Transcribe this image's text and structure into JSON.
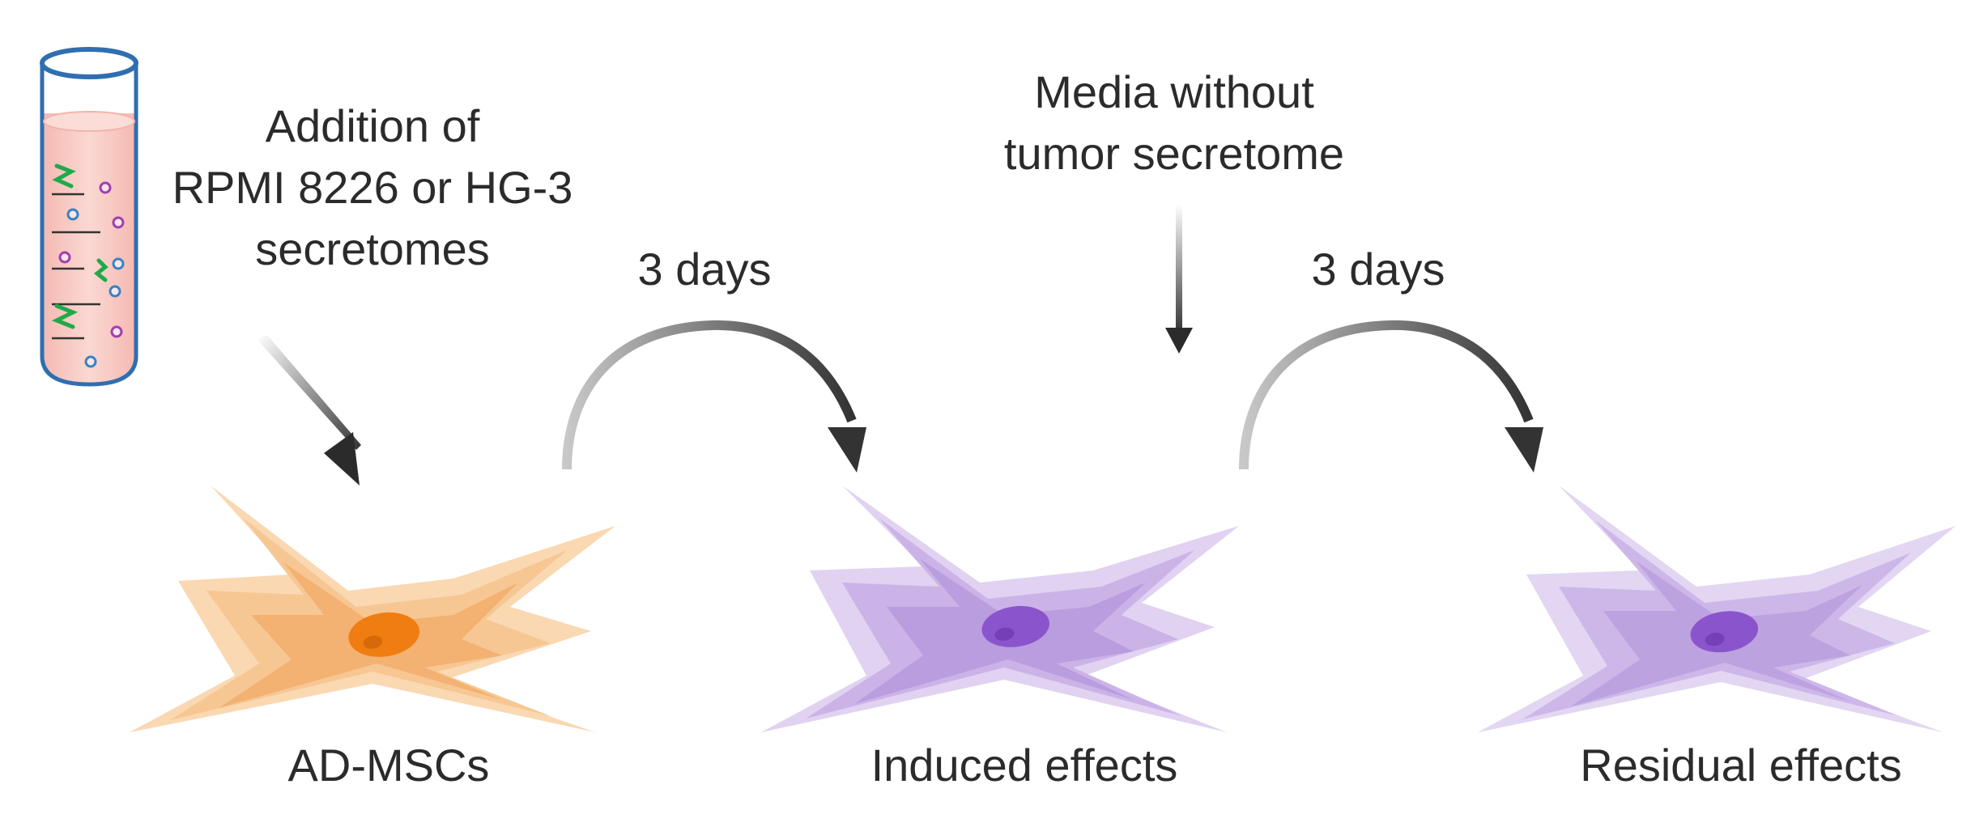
{
  "labels": {
    "addition": [
      "Addition of",
      "RPMI 8226 or HG-3",
      "secretomes"
    ],
    "media": [
      "Media without",
      "tumor secretome"
    ],
    "days_first": "3 days",
    "days_second": "3 days",
    "cell_first": "AD-MSCs",
    "cell_second": "Induced effects",
    "cell_third": "Residual effects"
  },
  "colors": {
    "text": "#2b2b2b",
    "cell_orange": "#f6b97a",
    "nucleus_orange": "#ef7d12",
    "cell_purple": "#b99ddf",
    "nucleus_purple": "#8a55cc",
    "tube_outline": "#2f6fb0",
    "tube_liquid": "#f7c9c3"
  }
}
